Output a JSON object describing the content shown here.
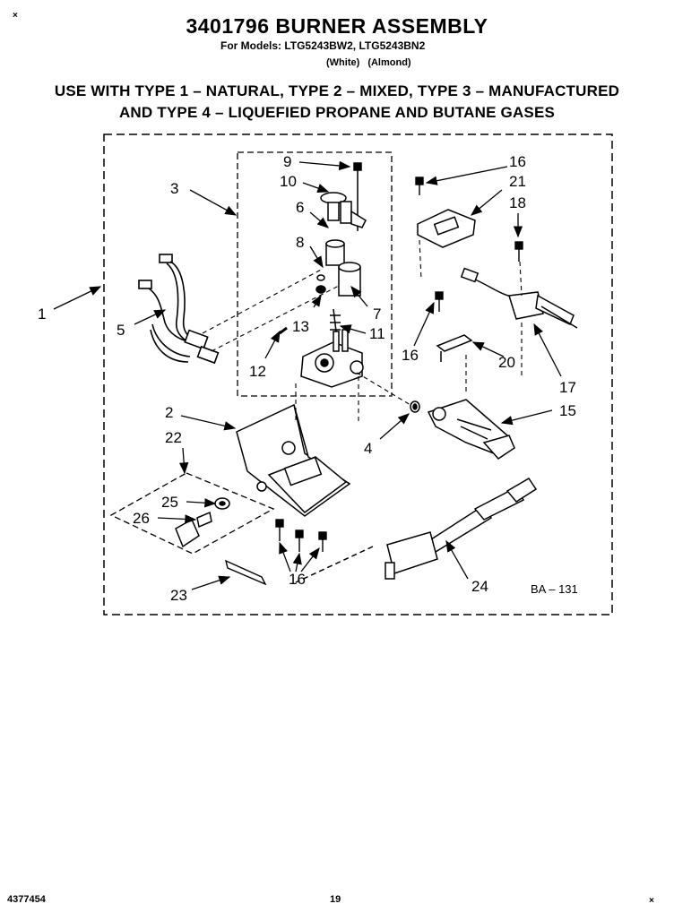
{
  "header": {
    "corner_mark": "×",
    "title": "3401796 BURNER ASSEMBLY",
    "models": "For Models: LTG5243BW2, LTG5243BN2",
    "colors": "(White)   (Almond)",
    "gas_line1": "USE WITH TYPE 1 – NATURAL, TYPE 2 – MIXED, TYPE 3 – MANUFACTURED",
    "gas_line2": "AND TYPE 4 – LIQUEFIED PROPANE AND BUTANE GASES"
  },
  "diagram": {
    "labels": {
      "p1": "1",
      "p2": "2",
      "p3": "3",
      "p4": "4",
      "p5": "5",
      "p6": "6",
      "p7": "7",
      "p8": "8",
      "p9": "9",
      "p10": "10",
      "p11": "11",
      "p12": "12",
      "p13": "13",
      "p15": "15",
      "p16a": "16",
      "p16b": "16",
      "p16c": "16",
      "p17": "17",
      "p18": "18",
      "p20": "20",
      "p21": "21",
      "p22": "22",
      "p23": "23",
      "p24": "24",
      "p25": "25",
      "p26": "26"
    },
    "drawing_code": "BA – 131"
  },
  "footer": {
    "doc_number": "4377454",
    "page_number": "19",
    "corner_mark": "×"
  }
}
